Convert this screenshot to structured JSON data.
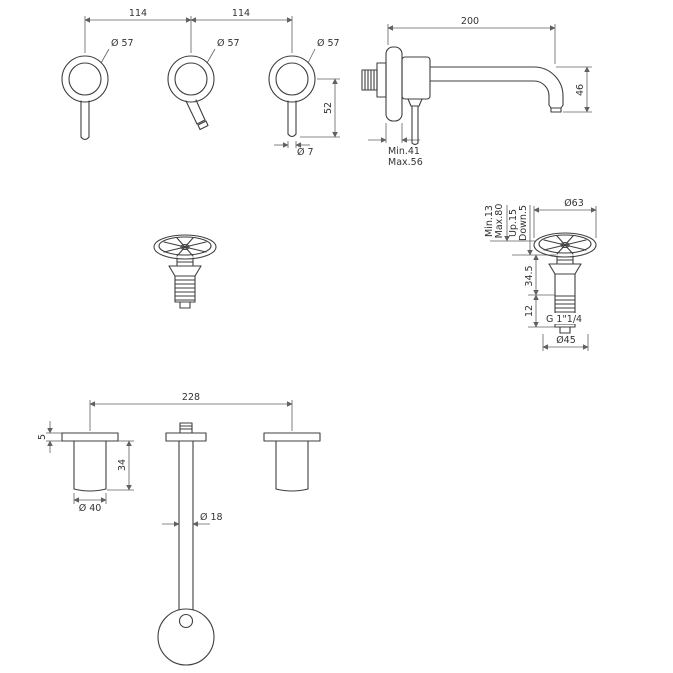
{
  "drawing": {
    "front": {
      "dim_left": "114",
      "dim_right": "114",
      "dia_handle_left": "Ø 57",
      "dia_body_mid": "Ø 57",
      "dia_handle_right": "Ø 57",
      "handle_length": "52",
      "rod_dia": "Ø 7"
    },
    "side": {
      "spout_reach": "200",
      "outlet_height": "46",
      "wall_min": "Min.41",
      "wall_max": "Max.56"
    },
    "drain": {
      "cap_dia": "Ø63",
      "min_depth": "Min.13",
      "max_depth": "Max.80",
      "up_travel": "Up.15",
      "down_travel": "Down.5",
      "body_height": "34.5",
      "thread_length": "12",
      "thread_size": "G 1\"1/4",
      "flange_dia": "Ø45"
    },
    "bottom": {
      "spread": "228",
      "flange_height": "5",
      "handle_height": "34",
      "handle_dia": "Ø 40",
      "spout_tube_dia": "Ø 18"
    }
  },
  "colors": {
    "background": "#ffffff",
    "line": "#3f3f3f",
    "dimension": "#606060",
    "text": "#333333"
  }
}
